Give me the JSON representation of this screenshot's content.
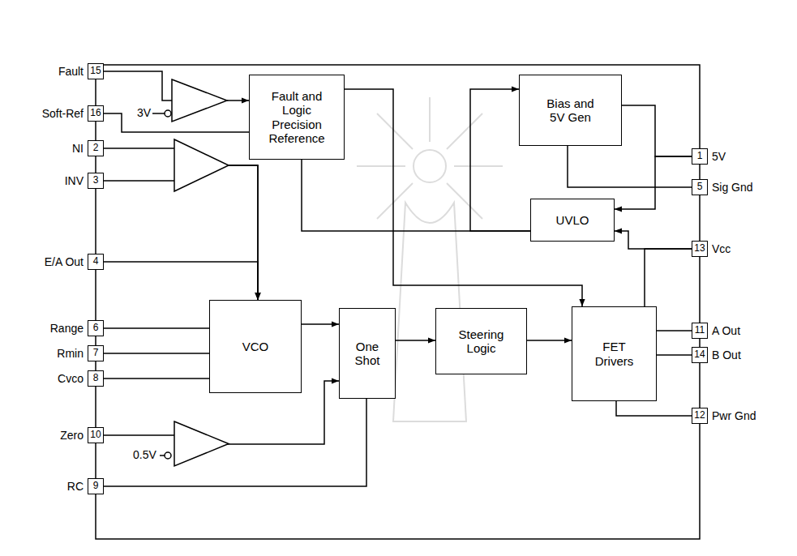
{
  "diagram": {
    "nodes": [
      {
        "text": [
          "Fault",
          "15"
        ]
      },
      {
        "text": [
          "Fault and Logic Precision Reference"
        ]
      },
      {
        "text": [
          "Bias and 5V Gen"
        ]
      },
      {
        "text": [
          "5V",
          "1"
        ]
      },
      {
        "text": [
          "Soft-Ref",
          "16"
        ]
      },
      {
        "text": [
          "Sig Gnd",
          "5"
        ]
      },
      {
        "text": [
          "NI",
          "2"
        ]
      },
      {
        "text": [
          "INV",
          "3"
        ]
      },
      {
        "text": [
          "UVLO"
        ]
      },
      {
        "text": [
          "Vcc",
          "13"
        ]
      },
      {
        "text": [
          "E/A Out",
          "4"
        ]
      },
      {
        "text": [
          "Range",
          "6"
        ]
      },
      {
        "text": [
          "VCO"
        ]
      },
      {
        "text": [
          "One Shot"
        ]
      },
      {
        "text": [
          "Steering Logic"
        ]
      },
      {
        "text": [
          "FET Drivers"
        ]
      },
      {
        "text": [
          "A Out",
          "11"
        ]
      },
      {
        "text": [
          "Rmin",
          "7"
        ]
      },
      {
        "text": [
          "B Out",
          "14"
        ]
      },
      {
        "text": [
          "Cvco",
          "8"
        ]
      },
      {
        "text": [
          "Pwr Gnd",
          "12"
        ]
      },
      {
        "text": [
          "Zero",
          "10"
        ]
      },
      {
        "text": [
          "RC",
          "9"
        ]
      }
    ],
    "edges": [
      {
        "from": 0,
        "to": 1,
        "arrow": "to"
      },
      {
        "from": 4,
        "to": 1,
        "arrow": "none"
      },
      {
        "from": 1,
        "to": 15,
        "arrow": "to"
      },
      {
        "from": 8,
        "to": 1,
        "arrow": "none"
      },
      {
        "from": 8,
        "to": 2,
        "arrow": "to"
      },
      {
        "from": 2,
        "to": 3,
        "arrow": "none"
      },
      {
        "from": 3,
        "to": 8,
        "arrow": "to"
      },
      {
        "from": 2,
        "to": 5,
        "arrow": "none"
      },
      {
        "from": 9,
        "to": 8,
        "arrow": "to"
      },
      {
        "from": 9,
        "to": 15,
        "arrow": "none"
      },
      {
        "from": 10,
        "to": 12,
        "arrow": "to"
      },
      {
        "from": 6,
        "to": 12,
        "arrow": "to"
      },
      {
        "from": 7,
        "to": 12,
        "arrow": "to"
      },
      {
        "from": 11,
        "to": 12,
        "arrow": "none"
      },
      {
        "from": 17,
        "to": 12,
        "arrow": "none"
      },
      {
        "from": 19,
        "to": 12,
        "arrow": "none"
      },
      {
        "from": 12,
        "to": 13,
        "arrow": "to"
      },
      {
        "from": 21,
        "to": 13,
        "arrow": "to"
      },
      {
        "from": 22,
        "to": 13,
        "arrow": "none"
      },
      {
        "from": 13,
        "to": 14,
        "arrow": "to"
      },
      {
        "from": 14,
        "to": 15,
        "arrow": "to"
      },
      {
        "from": 15,
        "to": 16,
        "arrow": "none"
      },
      {
        "from": 15,
        "to": 18,
        "arrow": "none"
      },
      {
        "from": 15,
        "to": 20,
        "arrow": "none"
      }
    ],
    "labels": [
      "3V",
      "0.5V"
    ]
  }
}
